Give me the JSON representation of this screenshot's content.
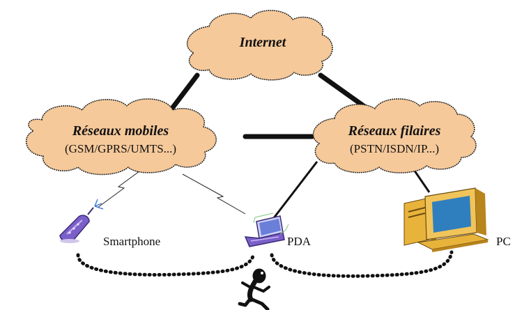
{
  "clouds": {
    "internet": {
      "title": "Internet"
    },
    "mobile": {
      "title": "Réseaux mobiles",
      "subtitle": "(GSM/GPRS/UMTS...)"
    },
    "wired": {
      "title": "Réseaux filaires",
      "subtitle": "(PSTN/ISDN/IP...)"
    }
  },
  "devices": {
    "smartphone": {
      "label": "Smartphone"
    },
    "pda": {
      "label": "PDA"
    },
    "pc": {
      "label": "PC"
    }
  },
  "colors": {
    "cloud_fill": "#f6c99a",
    "cloud_stroke": "#222222",
    "link": "#111111",
    "device_purple": "#7b5fc9",
    "pc_beige": "#e8b33a",
    "screen_blue": "#2f7fbf"
  }
}
